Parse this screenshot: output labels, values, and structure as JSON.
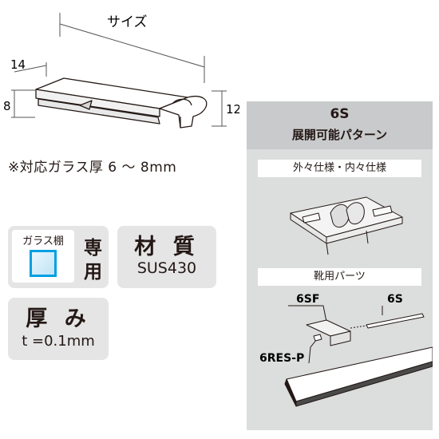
{
  "dimensions": {
    "size": "サイズ",
    "width": "14",
    "height_left": "8",
    "height_right": "12"
  },
  "glass_note": "※対応ガラス厚 6 〜 8mm",
  "badges": {
    "exclusive_tag": "ガラス棚",
    "exclusive_char_1": "専",
    "exclusive_char_2": "用",
    "material_title": "材 質",
    "material_value": "SUS430",
    "thickness_title": "厚 み",
    "thickness_value": "t =0.1mm"
  },
  "panel": {
    "title": "6S",
    "subtitle": "展開可能パターン",
    "section_1": "外々仕様・内々仕様",
    "section_2": "靴用パーツ",
    "parts": {
      "p1": "6SF",
      "p2": "6S",
      "p3": "6RES-P"
    }
  },
  "colors": {
    "accent": "#00a0e3",
    "badge_bg": "#e5e5e5",
    "panel_bg": "#dcdddd",
    "panel_head": "#c9cacb",
    "ink": "#231815"
  }
}
